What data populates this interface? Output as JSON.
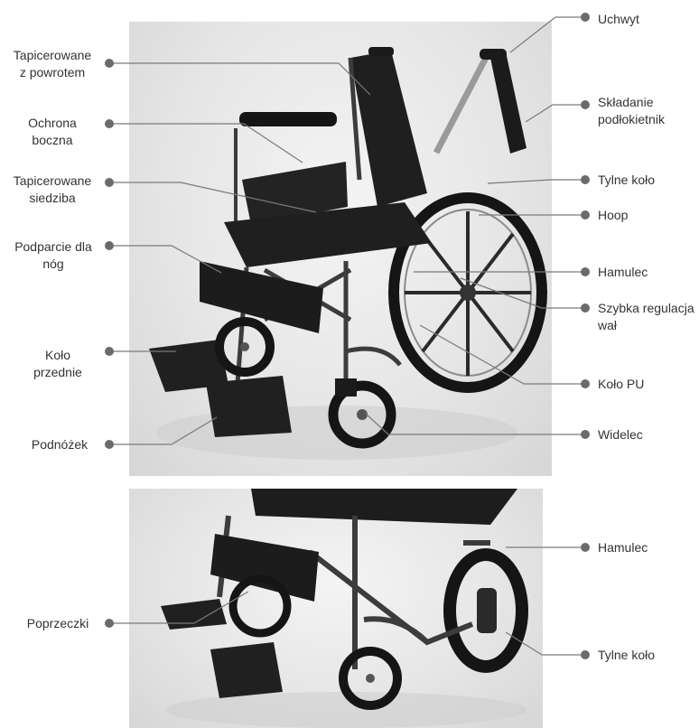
{
  "labels": {
    "handle": "Uchwyt",
    "upholstered_back_1": "Tapicerowane",
    "upholstered_back_2": "z powrotem",
    "folding_armrest_1": "Składanie",
    "folding_armrest_2": "podłokietnik",
    "side_guard_1": "Ochrona",
    "side_guard_2": "boczna",
    "upholstered_seat_1": "Tapicerowane",
    "upholstered_seat_2": "siedziba",
    "rear_wheel_top": "Tylne koło",
    "hoop": "Hoop",
    "leg_support_1": "Podparcie dla",
    "leg_support_2": "nóg",
    "brake_top": "Hamulec",
    "quick_release_1": "Szybka regulacja",
    "quick_release_2": "wał",
    "front_wheel_1": "Koło",
    "front_wheel_2": "przednie",
    "pu_wheel": "Koło PU",
    "footrest": "Podnóżek",
    "fork": "Widelec",
    "brake_bottom": "Hamulec",
    "crossbars": "Poprzeczki",
    "rear_wheel_bottom": "Tylne koło"
  },
  "colors": {
    "frame": "#3c3c3c",
    "fabric": "#1f1f1f",
    "tire": "#151515",
    "leader": "#7a7a7a"
  }
}
